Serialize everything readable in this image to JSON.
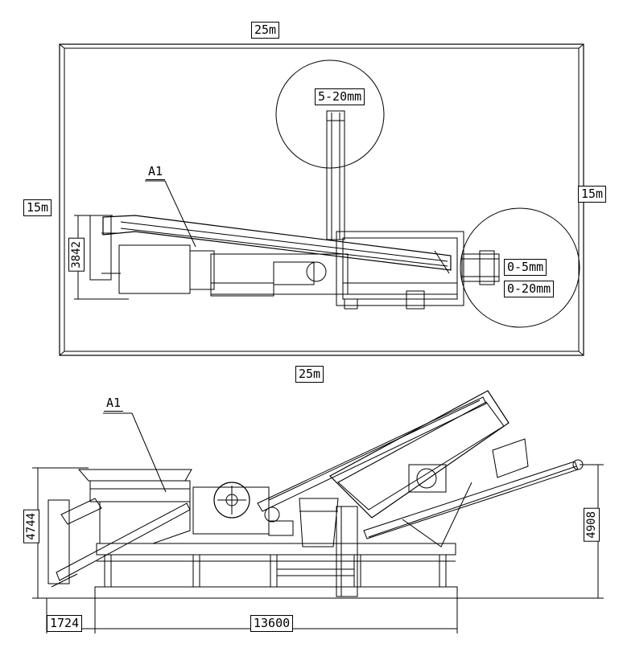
{
  "top_view": {
    "width_label": "25m",
    "width_label_bottom": "25m",
    "height_label_left": "15m",
    "height_label_right": "15m",
    "unit_width_dim": "3842",
    "pile_labels": [
      "5-20mm",
      "0-5mm",
      "0-20mm"
    ],
    "callout": "A1"
  },
  "side_view": {
    "callout": "A1",
    "height_left": "4744",
    "height_right": "4908",
    "length_front": "1724",
    "length_main": "13600"
  }
}
